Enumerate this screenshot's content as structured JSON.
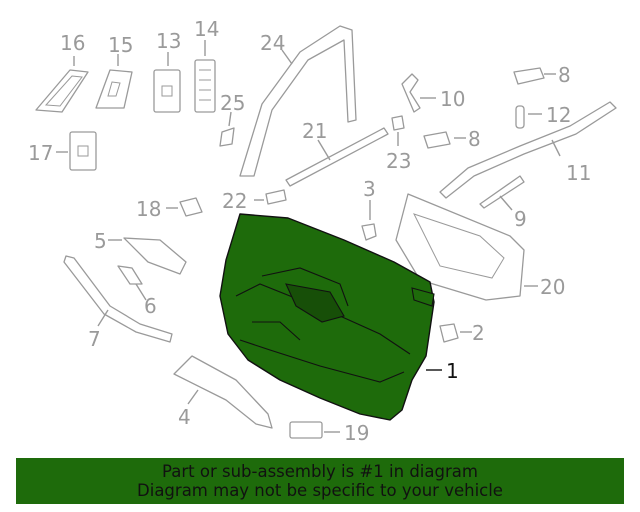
{
  "highlight_color": "#1e6b0b",
  "callouts": [
    {
      "num": "1",
      "highlighted": true
    },
    {
      "num": "2"
    },
    {
      "num": "3"
    },
    {
      "num": "4"
    },
    {
      "num": "5"
    },
    {
      "num": "6"
    },
    {
      "num": "7"
    },
    {
      "num": "8"
    },
    {
      "num": "8"
    },
    {
      "num": "9"
    },
    {
      "num": "10"
    },
    {
      "num": "11"
    },
    {
      "num": "12"
    },
    {
      "num": "13"
    },
    {
      "num": "14"
    },
    {
      "num": "15"
    },
    {
      "num": "16"
    },
    {
      "num": "17"
    },
    {
      "num": "18"
    },
    {
      "num": "19"
    },
    {
      "num": "20"
    },
    {
      "num": "21"
    },
    {
      "num": "22"
    },
    {
      "num": "23"
    },
    {
      "num": "24"
    },
    {
      "num": "25"
    }
  ],
  "banner": {
    "line1": "Part or sub-assembly is #1 in diagram",
    "line2": "Diagram may not be specific to your vehicle"
  }
}
